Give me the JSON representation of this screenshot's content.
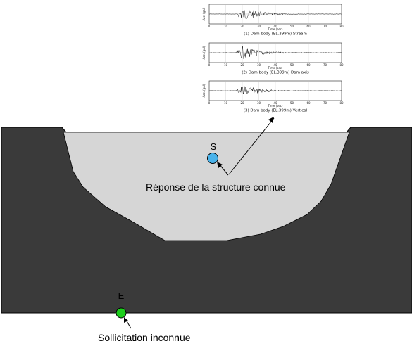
{
  "diagram": {
    "colors": {
      "rock": "#3a3a3a",
      "dam": "#d6d6d6",
      "sensor_s": "#4ab3ea",
      "sensor_e": "#1ccf1c",
      "stroke": "#000000"
    },
    "nodes": {
      "s_label": "S",
      "e_label": "E"
    },
    "annotations": {
      "response_label": "Réponse de la structure connue",
      "excitation_label": "Sollicitation inconnue"
    },
    "seismograms": [
      {
        "ylabel": "Acc. (gal)",
        "caption": "(1) Dam body (EL.399m)   Stream",
        "xlabel": "Time (sec)"
      },
      {
        "ylabel": "Acc. (gal)",
        "caption": "(2) Dam body (EL.399m)   Dam axis",
        "xlabel": "Time (sec)"
      },
      {
        "ylabel": "Acc. (gal)",
        "caption": "(3) Dam body (EL.399m)   Vertical",
        "xlabel": "Time (sec)"
      }
    ],
    "time_ticks": [
      "0",
      "10",
      "20",
      "30",
      "40",
      "50",
      "60",
      "70",
      "80"
    ]
  }
}
